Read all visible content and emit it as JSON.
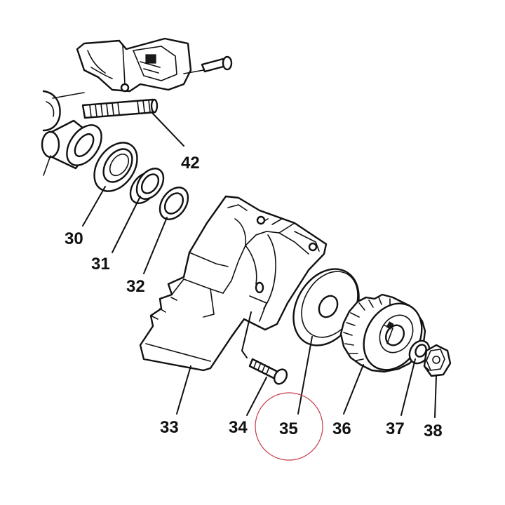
{
  "callouts": {
    "p30": "30",
    "p31": "31",
    "p32": "32",
    "p33": "33",
    "p34": "34",
    "p35": "35",
    "p36": "36",
    "p37": "37",
    "p38": "38",
    "p42": "42"
  },
  "highlighted_part": "35",
  "colors": {
    "ink": "#111111",
    "highlight_circle": "#c63a4a",
    "background": "#ffffff"
  }
}
